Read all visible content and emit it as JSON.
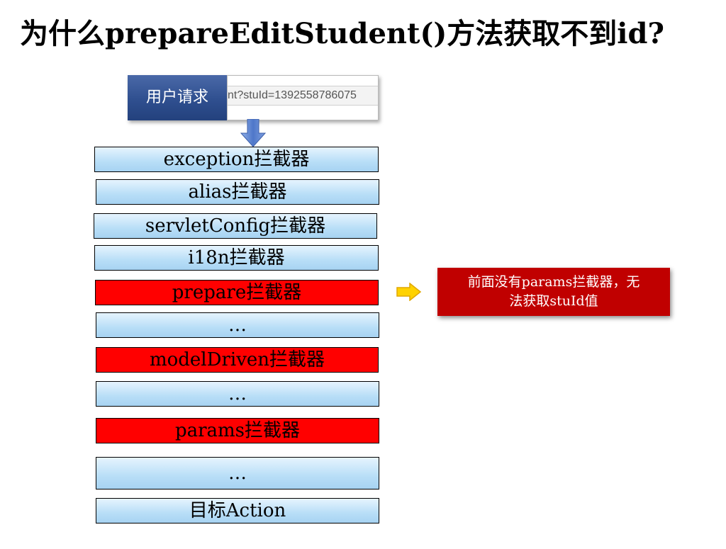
{
  "title": "为什么prepareEditStudent()方法获取不到id?",
  "request": {
    "label": "用户请求",
    "url": "nt?stuId=1392558786075"
  },
  "interceptors": [
    {
      "label": "exception拦截器",
      "highlight": false
    },
    {
      "label": "alias拦截器",
      "highlight": false
    },
    {
      "label": "servletConfig拦截器",
      "highlight": false
    },
    {
      "label": "i18n拦截器",
      "highlight": false
    },
    {
      "label": "prepare拦截器",
      "highlight": true
    },
    {
      "label": "…",
      "highlight": false
    },
    {
      "label": "modelDriven拦截器",
      "highlight": true
    },
    {
      "label": "…",
      "highlight": false
    },
    {
      "label": "params拦截器",
      "highlight": true
    },
    {
      "label": "…",
      "highlight": false
    },
    {
      "label": "目标Action",
      "highlight": false
    }
  ],
  "callout": {
    "line1": "前面没有params拦截器，无",
    "line2": "法获取stuId值"
  },
  "colors": {
    "highlight": "#ff0000",
    "box_blue": "#b8def7",
    "request_blue": "#2f4f8f",
    "callout_red": "#c00000",
    "arrow_yellow": "#ffd200"
  }
}
